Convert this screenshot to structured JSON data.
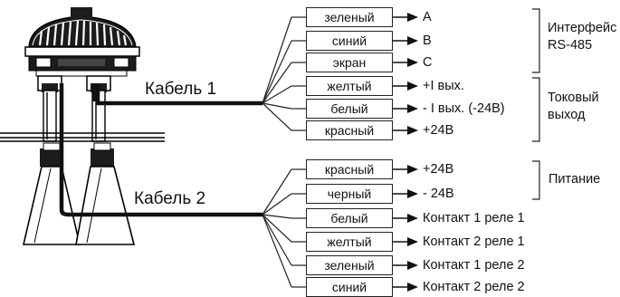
{
  "cable1": {
    "label": "Кабель 1",
    "wires": [
      {
        "color": "зеленый",
        "signal": "A"
      },
      {
        "color": "синий",
        "signal": "B"
      },
      {
        "color": "экран",
        "signal": "C"
      },
      {
        "color": "желтый",
        "signal": "+I вых."
      },
      {
        "color": "белый",
        "signal": "- I вых. (-24В)"
      },
      {
        "color": "красный",
        "signal": "+24В"
      }
    ]
  },
  "cable2": {
    "label": "Кабель 2",
    "wires": [
      {
        "color": "красный",
        "signal": "+24В"
      },
      {
        "color": "черный",
        "signal": "- 24В"
      },
      {
        "color": "белый",
        "signal": "Контакт 1 реле 1"
      },
      {
        "color": "желтый",
        "signal": "Контакт 2 реле 1"
      },
      {
        "color": "зеленый",
        "signal": "Контакт 1 реле 2"
      },
      {
        "color": "синий",
        "signal": "Контакт 2 реле 2"
      }
    ]
  },
  "groups": {
    "rs485_line1": "Интерфейс",
    "rs485_line2": "RS-485",
    "current_line1": "Токовый",
    "current_line2": "выход",
    "power": "Питание"
  }
}
